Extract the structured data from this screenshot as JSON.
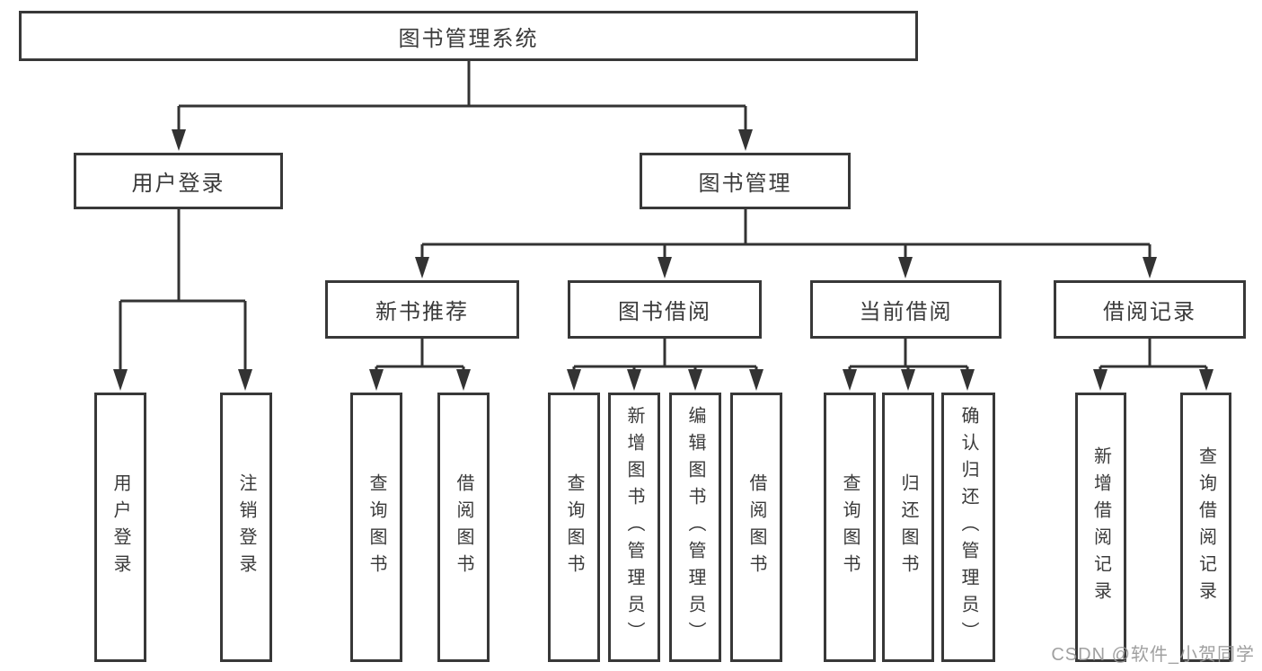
{
  "colors": {
    "background": "#ffffff",
    "line": "#333333",
    "box_border": "#383838",
    "text": "#3a3a3a",
    "watermark": "#969696"
  },
  "tree": {
    "label": "图书管理系统",
    "children": [
      {
        "label": "用户登录",
        "children": [
          {
            "label": "用户登录"
          },
          {
            "label": "注销登录"
          }
        ]
      },
      {
        "label": "图书管理",
        "children": [
          {
            "label": "新书推荐",
            "children": [
              {
                "label": "查询图书"
              },
              {
                "label": "借阅图书"
              }
            ]
          },
          {
            "label": "图书借阅",
            "children": [
              {
                "label": "查询图书"
              },
              {
                "label": "新增图书（管理员）"
              },
              {
                "label": "编辑图书（管理员）"
              },
              {
                "label": "借阅图书"
              }
            ]
          },
          {
            "label": "当前借阅",
            "children": [
              {
                "label": "查询图书"
              },
              {
                "label": "归还图书"
              },
              {
                "label": "确认归还（管理员）"
              }
            ]
          },
          {
            "label": "借阅记录",
            "children": [
              {
                "label": "新增借阅记录"
              },
              {
                "label": "查询借阅记录"
              }
            ]
          }
        ]
      }
    ]
  },
  "watermark": {
    "text": "CSDN @软件_小贺同学"
  }
}
